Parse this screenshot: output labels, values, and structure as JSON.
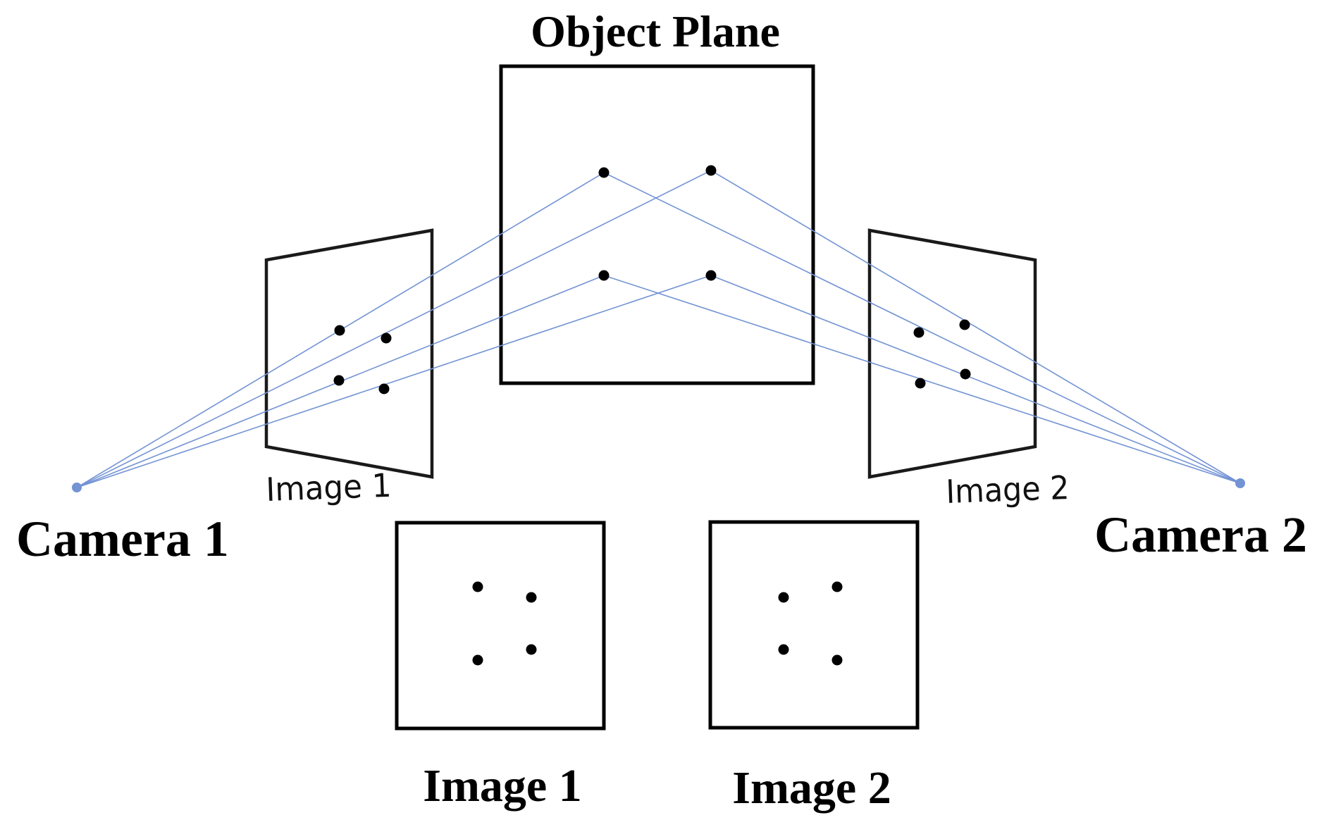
{
  "labels": {
    "object_plane": "Object Plane",
    "camera_1": "Camera 1",
    "camera_2": "Camera 2",
    "image_1_perspective": "Image 1",
    "image_2_perspective": "Image 2",
    "image_1_view": "Image 1",
    "image_2_view": "Image 2"
  },
  "colors": {
    "ray": "#7393d4",
    "camera_center": "#7393d4",
    "point": "#000000",
    "frame": "#000000"
  }
}
